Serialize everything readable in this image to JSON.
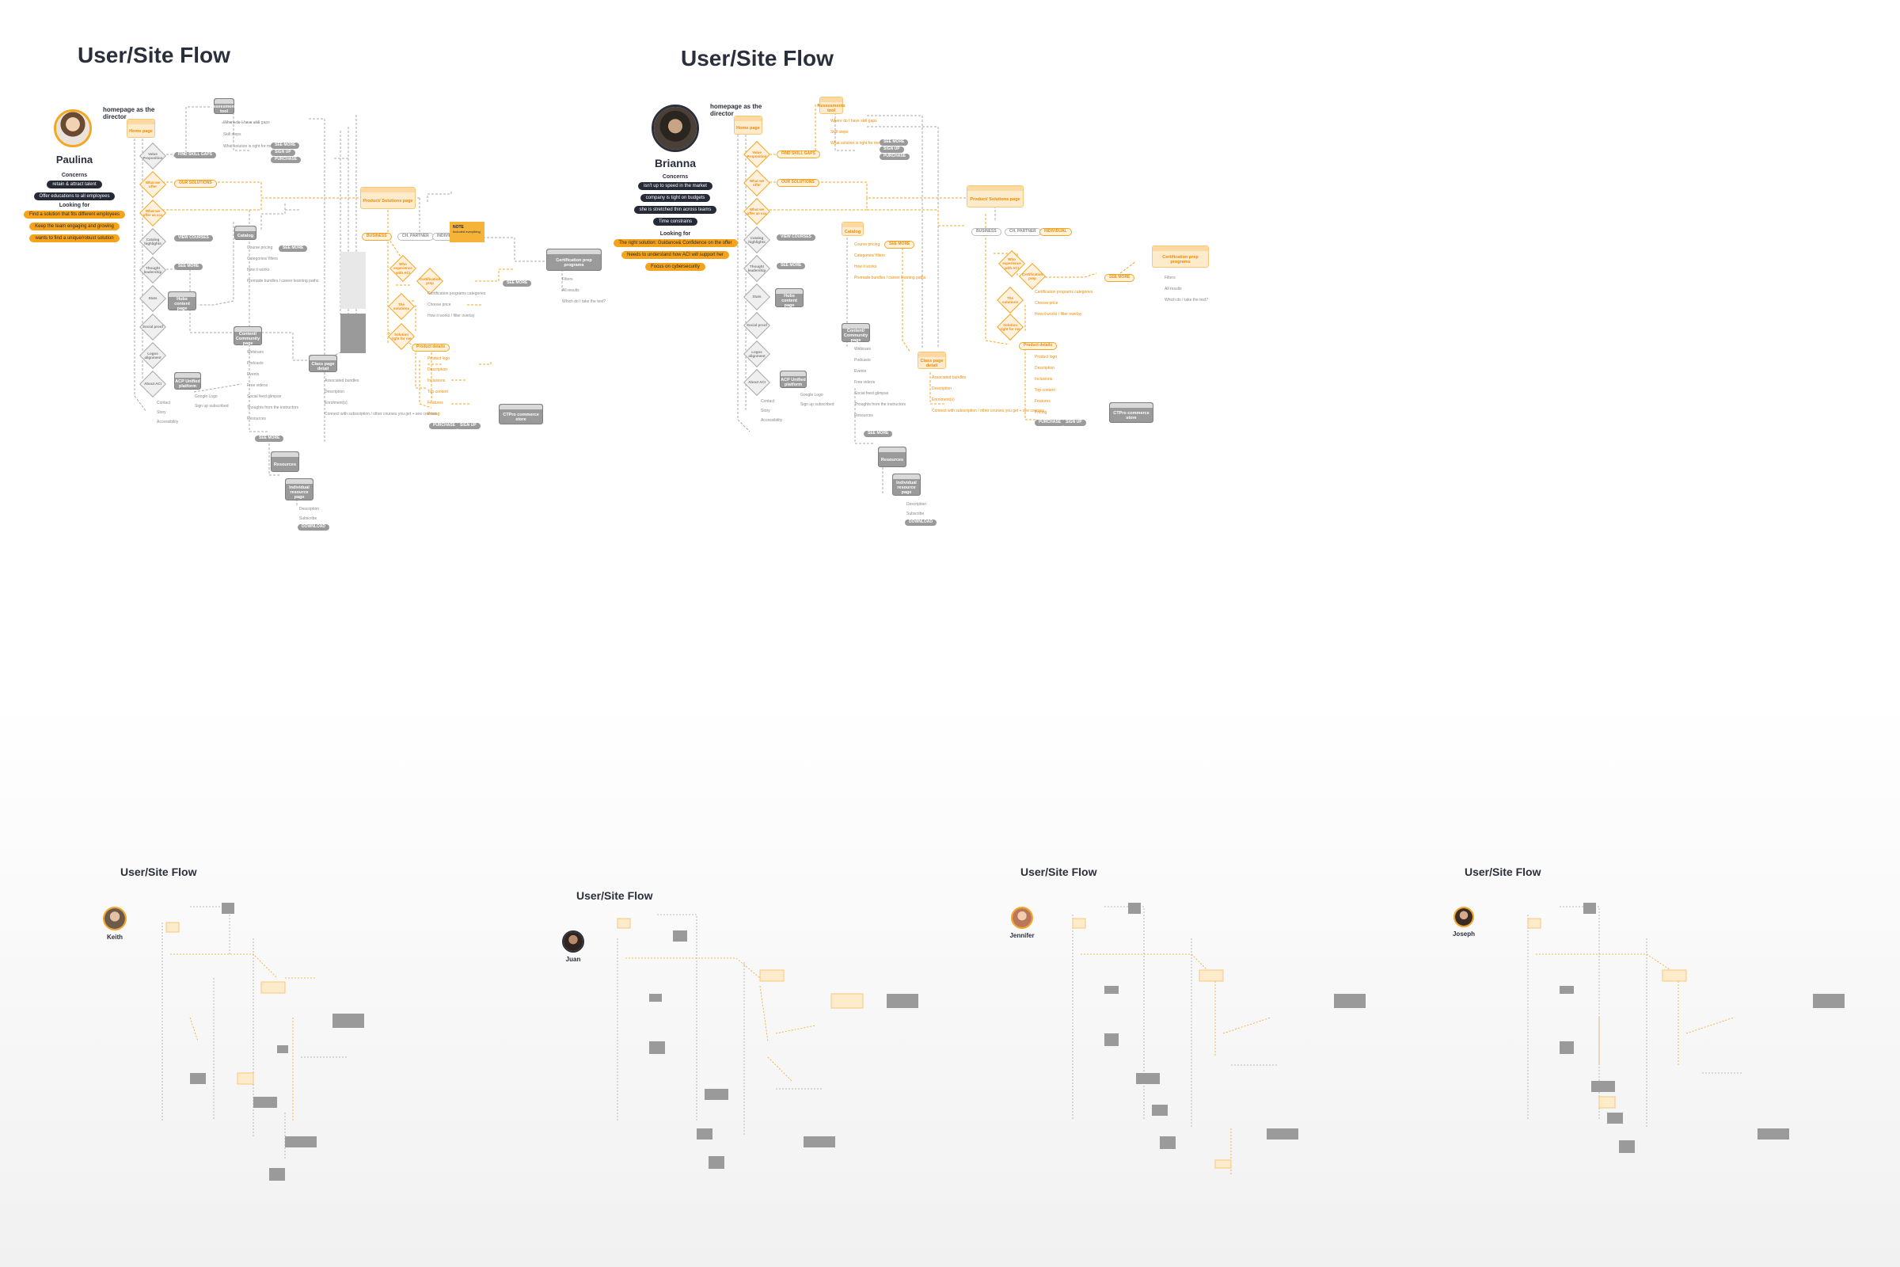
{
  "colors": {
    "accent": "#f5a623",
    "node_gray": "#9a9a9a",
    "dark": "#252a36"
  },
  "boards": [
    {
      "title": "User/Site Flow",
      "persona": "Paulina",
      "home_caption": "homepage as the director",
      "concerns_label": "Concerns",
      "concerns": [
        "retain & attract talent",
        "Offer educations to all employees"
      ],
      "looking_label": "Looking for",
      "looking": [
        "Find a solution that fits different employees",
        "Keep the team engaging and growing",
        "wants to find a unique/robust solution"
      ]
    },
    {
      "title": "User/Site Flow",
      "persona": "Brianna",
      "home_caption": "homepage as the director",
      "concerns_label": "Concerns",
      "concerns": [
        "isn't up to speed in the market",
        "company is tight on budgets",
        "she is stretched thin across teams",
        "Time constrains"
      ],
      "looking_label": "Looking for",
      "looking": [
        "The right solution: Guidance& Confidence on the offer",
        "Needs to understand how ACI will support her",
        "Focus on cybersecurity"
      ]
    }
  ],
  "flow": {
    "home": "Home page",
    "diamonds": [
      "Value Proposition",
      "What we offer",
      "What we offer as ccc",
      "Catalog highlights",
      "Thought leadership",
      "Stats",
      "Social proof",
      "Logos alignment",
      "About ACI"
    ],
    "pills": {
      "skill_gaps": "FIND SKILL GAPS",
      "our_solutions": "OUR SOLUTIONS",
      "view_courses": "VIEW COURSES",
      "see_more": "SEE MORE",
      "sign_up": "SIGN UP",
      "purchase": "PURCHASE",
      "download": "DOWNLOAD"
    },
    "assessment": "Assessments tool",
    "assess_items": [
      "Where do I have skill gaps",
      "Skill steps",
      "What solution is right for me"
    ],
    "product": "Product/ Solutions page",
    "audiences": [
      "BUSINESS",
      "CH. PARTNER",
      "INDIVIDUAL"
    ],
    "catalog": "Catalog",
    "catalog_items": [
      "Course pricing",
      "Categories/ filters",
      "How it works",
      "Premade bundles / career learning paths"
    ],
    "cert": "Certification prep programs",
    "cert_items": [
      "Filters",
      "All results",
      "Which do I take the test?"
    ],
    "product_detail": "Product details",
    "detail_items": [
      "Product logo",
      "Description",
      "Inclusions",
      "Top content",
      "Features",
      "Pricing"
    ],
    "content": "Content/ Community page",
    "content_items": [
      "Webinars",
      "Podcasts",
      "Events",
      "Free videos",
      "Social feed glimpse",
      "Thoughts from the instructors",
      "Resources"
    ],
    "class_detail": "Class page detail",
    "class_items": [
      "Associated bundles",
      "Description",
      "Enrolment(s)",
      "Connect with subscription / other courses you get + see courses"
    ],
    "commerce": "CTPro commerce store",
    "resources": "Resources",
    "individual": "Individual resource page",
    "resource_items": [
      "Description",
      "Subscribe"
    ],
    "hub": "Hubs content page",
    "app": "ACP Unified platform",
    "app_items": [
      "Google Logo",
      "Sign up subscribed"
    ],
    "about_items": [
      "Contact",
      "Story",
      "Accessibility"
    ],
    "note_title": "NOTE",
    "note_text": "Included everything",
    "product_diamonds": [
      "Who experience with ACI",
      "Certification prep",
      "The solutions",
      "Solution right for me"
    ],
    "cert_meta": [
      "Certification programs categories",
      "Choose price",
      "How it works / filter overlay"
    ],
    "see_more2": "SEE MORE"
  },
  "minis": [
    {
      "title": "User/Site Flow",
      "persona": "Keith"
    },
    {
      "title": "User/Site Flow",
      "persona": "Juan"
    },
    {
      "title": "User/Site Flow",
      "persona": "Jennifer"
    },
    {
      "title": "User/Site Flow",
      "persona": "Joseph"
    }
  ]
}
